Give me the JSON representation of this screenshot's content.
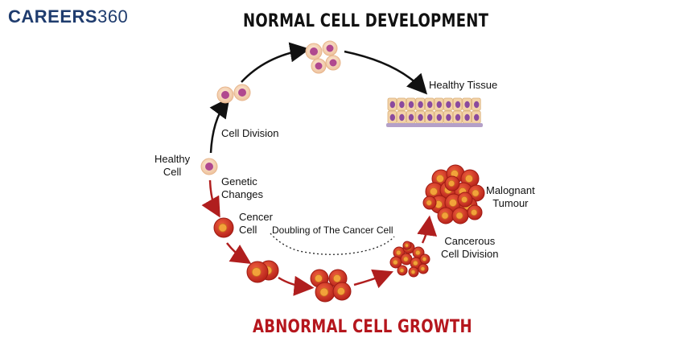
{
  "brand": {
    "name": "CAREERS",
    "number": "360"
  },
  "titles": {
    "normal": "NORMAL CELL DEVELOPMENT",
    "abnormal": "ABNORMAL CELL GROWTH"
  },
  "labels": {
    "healthy_tissue": "Healthy Tissue",
    "cell_division": "Cell Division",
    "healthy_cell": "Healthy\nCell",
    "genetic_changes": "Genetic\nChanges",
    "cancer_cell": "Cencer\nCell",
    "doubling": "Doubling of The Cancer Cell",
    "malignant_tumour": "Malognant\nTumour",
    "cancerous_division": "Cancerous\nCell Division"
  },
  "colors": {
    "brand": "#1f3c6e",
    "normal_title": "#111111",
    "abnormal_title": "#b5161d",
    "healthy_cell_fill": "#f7dcc4",
    "healthy_cell_nucleus": "#b0488f",
    "cancer_cell_fill": "#d93a2b",
    "cancer_cell_nucleus": "#f2a23a",
    "red_arrow": "#b01e1e",
    "black_arrow": "#111111"
  }
}
